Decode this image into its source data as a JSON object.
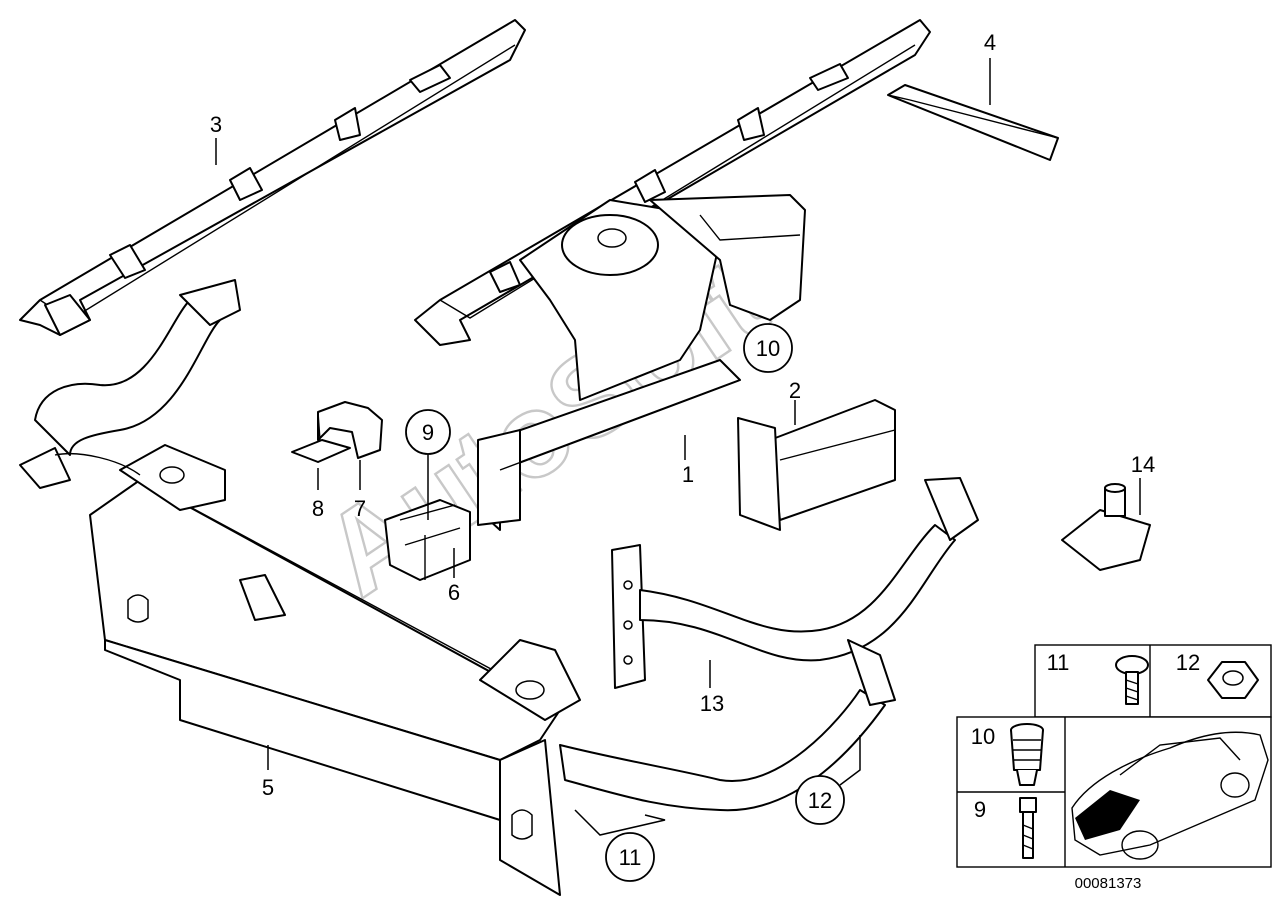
{
  "watermark": "AutoSoft",
  "diagram_id": "00081373",
  "callouts": {
    "c1": "1",
    "c2": "2",
    "c3": "3",
    "c4": "4",
    "c5": "5",
    "c6": "6",
    "c7": "7",
    "c8": "8",
    "c9": "9",
    "c10": "10",
    "c11": "11",
    "c12": "12",
    "c13": "13",
    "c14": "14"
  },
  "legend": {
    "l9": "9",
    "l10": "10",
    "l11": "11",
    "l12": "12"
  }
}
